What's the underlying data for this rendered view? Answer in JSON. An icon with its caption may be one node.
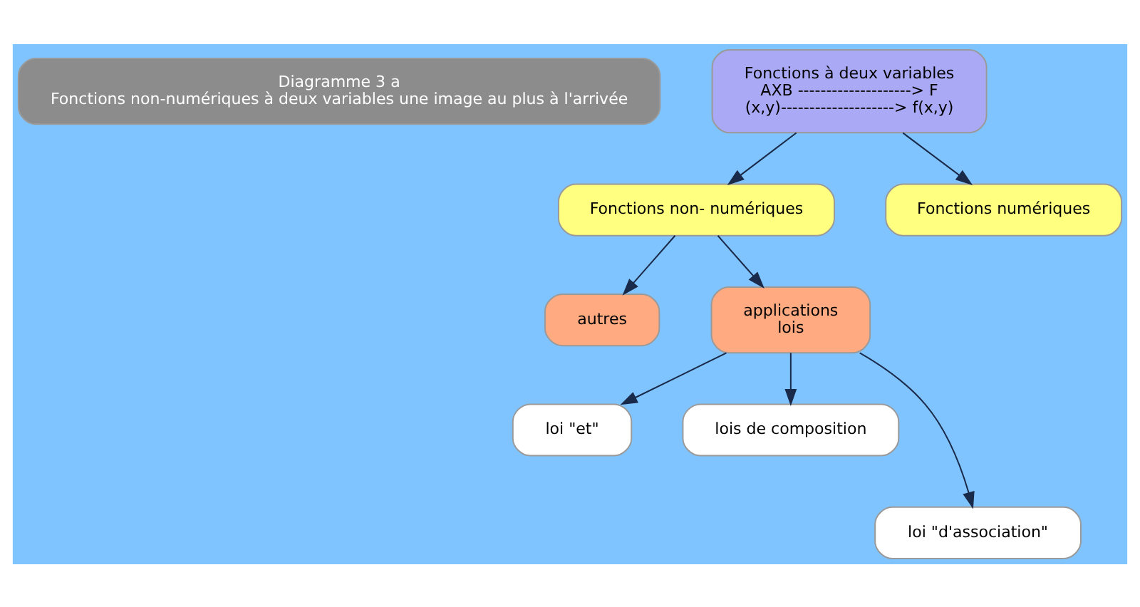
{
  "diagram": {
    "nodes": [
      {
        "text": [
          "Diagramme 3 a",
          "Fonctions non-numériques à deux variables une image au plus à l'arrivée"
        ]
      },
      {
        "text": [
          "Fonctions à deux variables",
          "AXB --------------------> F",
          "(x,y)--------------------> f(x,y)"
        ]
      },
      {
        "text": [
          "Fonctions non- numériques"
        ]
      },
      {
        "text": [
          "Fonctions numériques"
        ]
      },
      {
        "text": [
          "autres"
        ]
      },
      {
        "text": [
          "applications",
          "lois"
        ]
      },
      {
        "text": [
          "loi \"et\""
        ]
      },
      {
        "text": [
          "lois de composition"
        ]
      },
      {
        "text": [
          "loi \"d'association\""
        ]
      }
    ],
    "edges": [
      {
        "from": 1,
        "to": 2,
        "arrow": "to"
      },
      {
        "from": 1,
        "to": 3,
        "arrow": "to"
      },
      {
        "from": 2,
        "to": 5,
        "arrow": "to"
      },
      {
        "from": 2,
        "to": 4,
        "arrow": "to"
      },
      {
        "from": 5,
        "to": 6,
        "arrow": "to"
      },
      {
        "from": 5,
        "to": 8,
        "arrow": "to"
      },
      {
        "from": 5,
        "to": 7,
        "arrow": "to"
      }
    ]
  }
}
